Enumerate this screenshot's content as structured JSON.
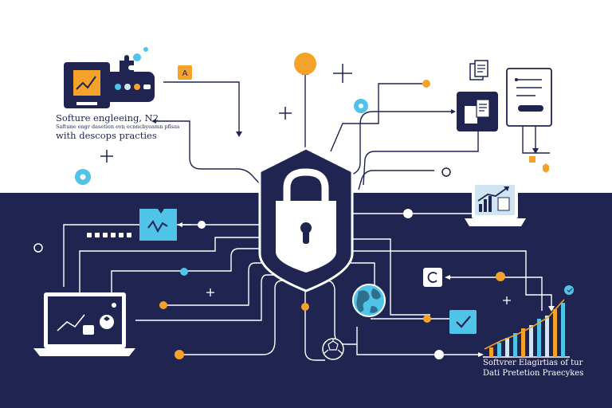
{
  "captions": {
    "top": {
      "line1": "Softure engleeing,  N2",
      "line2": "Saftune engr dasetion evn ecnncbyeamn pflsas",
      "line3": "with descops practies"
    },
    "bottom": {
      "line1": "Softvrer Elagirtias of tur",
      "line2": "Dati Pretetion Praecykes"
    }
  },
  "badges": {
    "top_letter": "A"
  },
  "colors": {
    "navy": "#1f2450",
    "orange": "#f5a22b",
    "cyan": "#4fc3e8",
    "white": "#ffffff",
    "lightblue": "#cfe6f2"
  },
  "icons": [
    "padlock-shield",
    "globe",
    "check",
    "laptop",
    "monitor",
    "document",
    "chart",
    "gear",
    "sparkle"
  ]
}
